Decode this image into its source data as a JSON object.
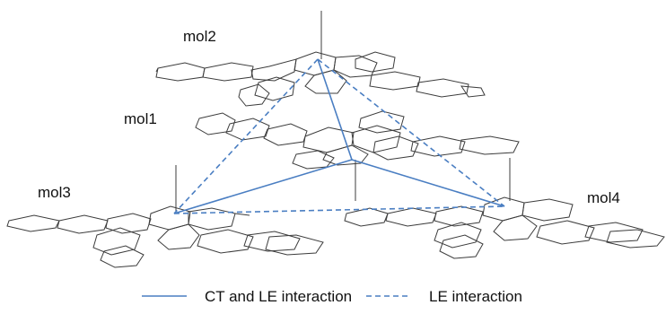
{
  "molecules": [
    {
      "id": "mol1",
      "label": "mol1"
    },
    {
      "id": "mol2",
      "label": "mol2"
    },
    {
      "id": "mol3",
      "label": "mol3"
    },
    {
      "id": "mol4",
      "label": "mol4"
    }
  ],
  "interactions": [
    {
      "from": "mol1",
      "to": "mol2",
      "kind": "ct_le"
    },
    {
      "from": "mol1",
      "to": "mol3",
      "kind": "ct_le"
    },
    {
      "from": "mol1",
      "to": "mol4",
      "kind": "ct_le"
    },
    {
      "from": "mol2",
      "to": "mol3",
      "kind": "le"
    },
    {
      "from": "mol2",
      "to": "mol4",
      "kind": "le"
    },
    {
      "from": "mol3",
      "to": "mol4",
      "kind": "le"
    }
  ],
  "legend": {
    "solid_label": "CT and LE interaction",
    "dashed_label": "LE interaction"
  },
  "colors": {
    "interaction_line": "#4a7ec2",
    "molecule_bonds": "#3c3c3c",
    "text": "#111111"
  }
}
